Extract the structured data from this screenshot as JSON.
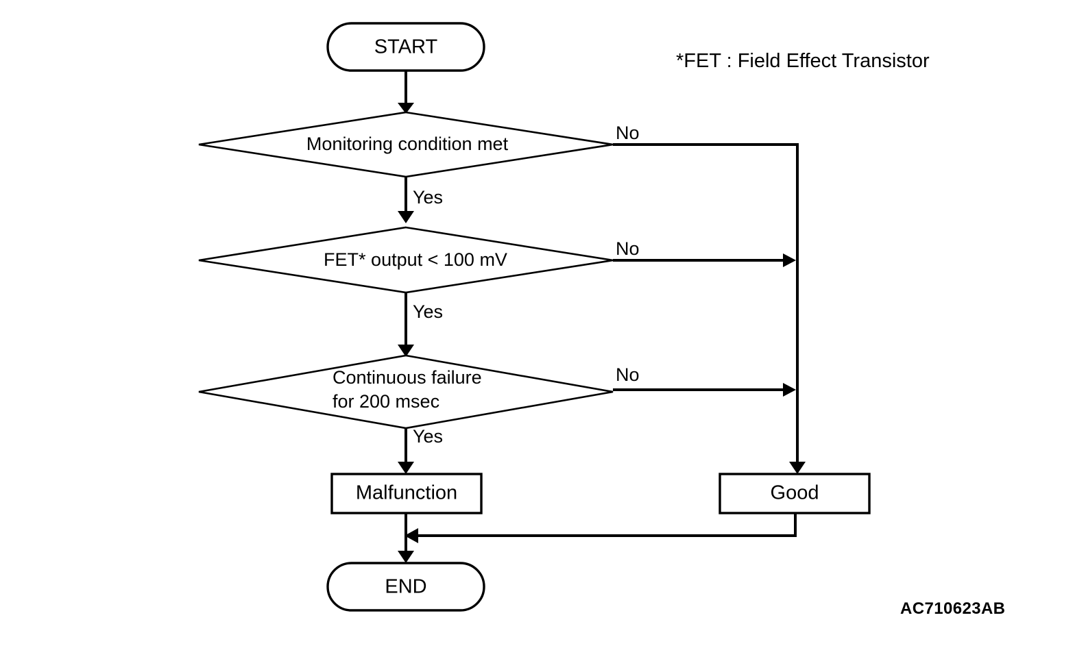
{
  "diagram": {
    "title_note": "*FET : Field Effect Transistor",
    "reference_code": "AC710623AB",
    "type": "flowchart",
    "colors": {
      "background": "#ffffff",
      "stroke": "#000000",
      "text": "#000000"
    },
    "nodes": {
      "start": {
        "label": "START",
        "shape": "terminator"
      },
      "decision_1": {
        "label": "Monitoring condition met",
        "shape": "diamond"
      },
      "decision_2": {
        "label": "FET* output < 100 mV",
        "shape": "diamond"
      },
      "decision_3_line1": "Continuous failure",
      "decision_3_line2": "for 200 msec",
      "result_malfunction": {
        "label": "Malfunction",
        "shape": "rectangle"
      },
      "result_good": {
        "label": "Good",
        "shape": "rectangle"
      },
      "end": {
        "label": "END",
        "shape": "terminator"
      }
    },
    "edge_labels": {
      "yes_1": "Yes",
      "yes_2": "Yes",
      "yes_3": "Yes",
      "no_1": "No",
      "no_2": "No",
      "no_3": "No"
    }
  }
}
